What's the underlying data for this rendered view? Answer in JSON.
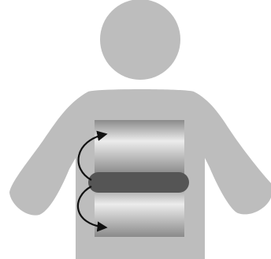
{
  "figure": {
    "subject": "human-silhouette",
    "colors": {
      "background": "#ffffff",
      "silhouette": "#bdbdbd",
      "band_highlight": "#ececec",
      "band_shadow": "#8a8a8a",
      "strap": "#555555",
      "arrow": "#111111"
    },
    "arrows": [
      "upward",
      "downward"
    ]
  }
}
